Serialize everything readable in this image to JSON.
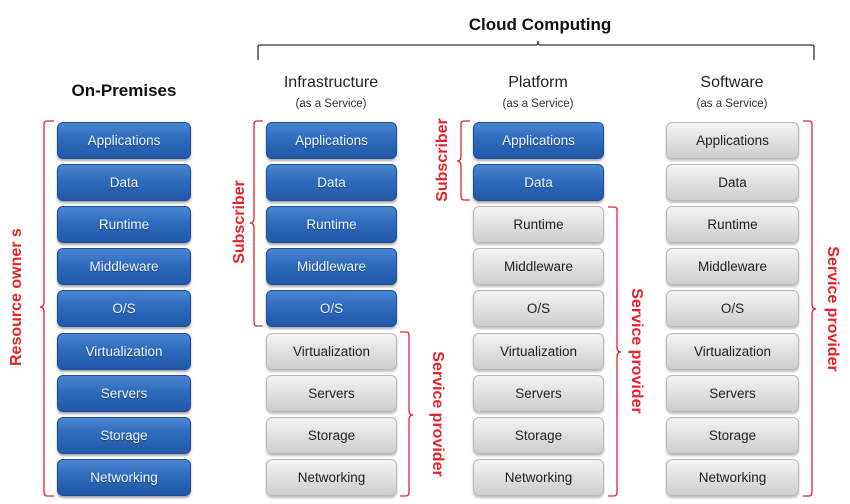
{
  "header": {
    "title": "Cloud Computing"
  },
  "columns": [
    {
      "id": "on-premises",
      "title": "On-Premises",
      "subtitle": "",
      "layers": [
        {
          "label": "Applications",
          "managed_by": "resource-owners"
        },
        {
          "label": "Data",
          "managed_by": "resource-owners"
        },
        {
          "label": "Runtime",
          "managed_by": "resource-owners"
        },
        {
          "label": "Middleware",
          "managed_by": "resource-owners"
        },
        {
          "label": "O/S",
          "managed_by": "resource-owners"
        },
        {
          "label": "Virtualization",
          "managed_by": "resource-owners"
        },
        {
          "label": "Servers",
          "managed_by": "resource-owners"
        },
        {
          "label": "Storage",
          "managed_by": "resource-owners"
        },
        {
          "label": "Networking",
          "managed_by": "resource-owners"
        }
      ]
    },
    {
      "id": "iaas",
      "title": "Infrastructure",
      "subtitle": "(as a Service)",
      "layers": [
        {
          "label": "Applications",
          "managed_by": "subscriber"
        },
        {
          "label": "Data",
          "managed_by": "subscriber"
        },
        {
          "label": "Runtime",
          "managed_by": "subscriber"
        },
        {
          "label": "Middleware",
          "managed_by": "subscriber"
        },
        {
          "label": "O/S",
          "managed_by": "subscriber"
        },
        {
          "label": "Virtualization",
          "managed_by": "service-provider"
        },
        {
          "label": "Servers",
          "managed_by": "service-provider"
        },
        {
          "label": "Storage",
          "managed_by": "service-provider"
        },
        {
          "label": "Networking",
          "managed_by": "service-provider"
        }
      ]
    },
    {
      "id": "paas",
      "title": "Platform",
      "subtitle": "(as a Service)",
      "layers": [
        {
          "label": "Applications",
          "managed_by": "subscriber"
        },
        {
          "label": "Data",
          "managed_by": "subscriber"
        },
        {
          "label": "Runtime",
          "managed_by": "service-provider"
        },
        {
          "label": "Middleware",
          "managed_by": "service-provider"
        },
        {
          "label": "O/S",
          "managed_by": "service-provider"
        },
        {
          "label": "Virtualization",
          "managed_by": "service-provider"
        },
        {
          "label": "Servers",
          "managed_by": "service-provider"
        },
        {
          "label": "Storage",
          "managed_by": "service-provider"
        },
        {
          "label": "Networking",
          "managed_by": "service-provider"
        }
      ]
    },
    {
      "id": "saas",
      "title": "Software",
      "subtitle": "(as a Service)",
      "layers": [
        {
          "label": "Applications",
          "managed_by": "service-provider"
        },
        {
          "label": "Data",
          "managed_by": "service-provider"
        },
        {
          "label": "Runtime",
          "managed_by": "service-provider"
        },
        {
          "label": "Middleware",
          "managed_by": "service-provider"
        },
        {
          "label": "O/S",
          "managed_by": "service-provider"
        },
        {
          "label": "Virtualization",
          "managed_by": "service-provider"
        },
        {
          "label": "Servers",
          "managed_by": "service-provider"
        },
        {
          "label": "Storage",
          "managed_by": "service-provider"
        },
        {
          "label": "Networking",
          "managed_by": "service-provider"
        }
      ]
    }
  ],
  "bracket_labels": {
    "resource_owners": "Resource owner s",
    "iaas_subscriber": "Subscriber",
    "iaas_provider": "Service provider",
    "paas_subscriber": "Subscriber",
    "paas_provider": "Service provider",
    "saas_provider": "Service provider"
  },
  "colors": {
    "customer_managed": "#2f6bbd",
    "provider_managed": "#dcdcdc",
    "bracket_label": "#e8202a",
    "cloud_bracket": "#333333"
  }
}
